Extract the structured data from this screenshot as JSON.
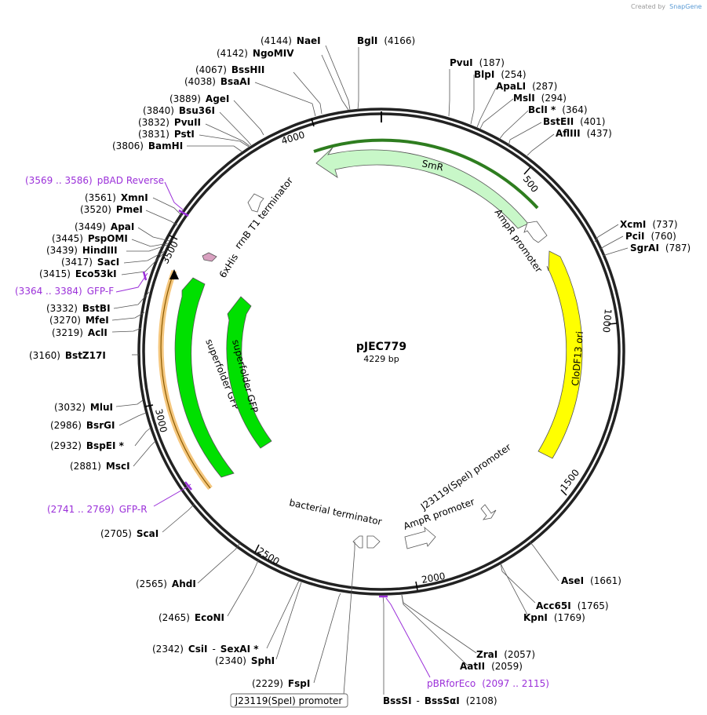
{
  "credit": {
    "prefix": "Created by",
    "brand": "SnapGene"
  },
  "plasmid": {
    "name": "pJEC779",
    "size": "4229 bp"
  },
  "ticks": [
    "500",
    "1000",
    "1500",
    "2000",
    "2500",
    "3000",
    "3500",
    "4000"
  ],
  "enzymes": [
    {
      "id": "nae",
      "pos": "(4144)",
      "name": "NaeI"
    },
    {
      "id": "bgl",
      "pos": "(4166)",
      "name": "BglI"
    },
    {
      "id": "ngo",
      "pos": "(4142)",
      "name": "NgoMIV"
    },
    {
      "id": "bsshii",
      "pos": "(4067)",
      "name": "BssHII"
    },
    {
      "id": "bsaai",
      "pos": "(4038)",
      "name": "BsaAI"
    },
    {
      "id": "agei",
      "pos": "(3889)",
      "name": "AgeI"
    },
    {
      "id": "bsu36i",
      "pos": "(3840)",
      "name": "Bsu36I"
    },
    {
      "id": "pvuii",
      "pos": "(3832)",
      "name": "PvuII"
    },
    {
      "id": "psti",
      "pos": "(3831)",
      "name": "PstI"
    },
    {
      "id": "bamhi",
      "pos": "(3806)",
      "name": "BamHI"
    },
    {
      "id": "xmni",
      "pos": "(3561)",
      "name": "XmnI"
    },
    {
      "id": "pmei",
      "pos": "(3520)",
      "name": "PmeI"
    },
    {
      "id": "apai",
      "pos": "(3449)",
      "name": "ApaI"
    },
    {
      "id": "pspomi",
      "pos": "(3445)",
      "name": "PspOMI"
    },
    {
      "id": "hindiii",
      "pos": "(3439)",
      "name": "HindIII"
    },
    {
      "id": "saci",
      "pos": "(3417)",
      "name": "SacI"
    },
    {
      "id": "eco53ki",
      "pos": "(3415)",
      "name": "Eco53kI"
    },
    {
      "id": "bstbi",
      "pos": "(3332)",
      "name": "BstBI"
    },
    {
      "id": "mfei",
      "pos": "(3270)",
      "name": "MfeI"
    },
    {
      "id": "acli",
      "pos": "(3219)",
      "name": "AclI"
    },
    {
      "id": "bstz17i",
      "pos": "(3160)",
      "name": "BstZ17I"
    },
    {
      "id": "mlui",
      "pos": "(3032)",
      "name": "MluI"
    },
    {
      "id": "bsrgi",
      "pos": "(2986)",
      "name": "BsrGI"
    },
    {
      "id": "bspei",
      "pos": "(2932)",
      "name": "BspEI *"
    },
    {
      "id": "msci",
      "pos": "(2881)",
      "name": "MscI"
    },
    {
      "id": "scai",
      "pos": "(2705)",
      "name": "ScaI"
    },
    {
      "id": "ahdi",
      "pos": "(2565)",
      "name": "AhdI"
    },
    {
      "id": "econi",
      "pos": "(2465)",
      "name": "EcoNI"
    },
    {
      "id": "csii",
      "pos": "(2342)",
      "name": "CsiI"
    },
    {
      "id": "sexai",
      "pos": "",
      "name": "SexAI *"
    },
    {
      "id": "sphi",
      "pos": "(2340)",
      "name": "SphI"
    },
    {
      "id": "fspi",
      "pos": "(2229)",
      "name": "FspI"
    },
    {
      "id": "bsssi",
      "pos": "(2108)",
      "name": "BssSI"
    },
    {
      "id": "bsssai",
      "pos": "",
      "name": "BssSαI"
    },
    {
      "id": "zrai",
      "pos": "(2057)",
      "name": "ZraI"
    },
    {
      "id": "aatii",
      "pos": "(2059)",
      "name": "AatII"
    },
    {
      "id": "kpni",
      "pos": "(1769)",
      "name": "KpnI"
    },
    {
      "id": "acc65i",
      "pos": "(1765)",
      "name": "Acc65I"
    },
    {
      "id": "asei",
      "pos": "(1661)",
      "name": "AseI"
    },
    {
      "id": "sgrai",
      "pos": "(787)",
      "name": "SgrAI"
    },
    {
      "id": "pcii",
      "pos": "(760)",
      "name": "PciI"
    },
    {
      "id": "xcmi",
      "pos": "(737)",
      "name": "XcmI"
    },
    {
      "id": "pvui",
      "pos": "(187)",
      "name": "PvuI"
    },
    {
      "id": "blpi",
      "pos": "(254)",
      "name": "BlpI"
    },
    {
      "id": "apali",
      "pos": "(287)",
      "name": "ApaLI"
    },
    {
      "id": "msli",
      "pos": "(294)",
      "name": "MslI"
    },
    {
      "id": "bcli",
      "pos": "(364)",
      "name": "BclI *"
    },
    {
      "id": "bsteii",
      "pos": "(401)",
      "name": "BstEII"
    },
    {
      "id": "aflii",
      "pos": "(437)",
      "name": "AflIII"
    }
  ],
  "primers": [
    {
      "id": "pbad",
      "name": "pBAD Reverse",
      "range": "(3569 .. 3586)"
    },
    {
      "id": "gfpf",
      "name": "GFP-F",
      "range": "(3364 .. 3384)"
    },
    {
      "id": "gfpr",
      "name": "GFP-R",
      "range": "(2741 .. 2769)"
    },
    {
      "id": "pbrfor",
      "name": "pBRforEco",
      "range": "(2097 .. 2115)"
    }
  ],
  "features": {
    "smr": "SmR",
    "ampr_top": "AmpR promoter",
    "clodf": "CloDF13 ori",
    "j23119_in": "J23119(SpeI) promoter",
    "ampr_bottom": "AmpR promoter",
    "bact_term": "bacterial terminator",
    "rrnb": "rrnB T1 terminator",
    "his": "6xHis",
    "sfgfp_outer": "superfolder GFP",
    "sfgfp_inner": "superfolder GFP",
    "j23119_box": "J23119(SpeI) promoter"
  },
  "colors": {
    "backbone": "#222222",
    "smr": "#c8f7c8",
    "sfgfp": "#00e000",
    "ori": "#ffff00",
    "cds_outline": "#f5c77e",
    "primer": "#9b30d9",
    "his": "#d9a0c0"
  }
}
